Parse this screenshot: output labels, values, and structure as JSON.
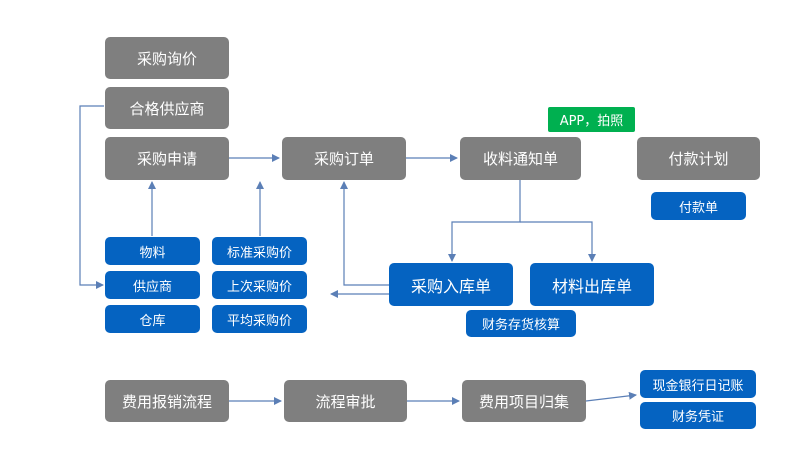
{
  "colors": {
    "process": "#7f7f7f",
    "document": "#0563c1",
    "tag": "#00b050",
    "connector": "#5b7fb6"
  },
  "process": {
    "inquiry": "采购询价",
    "qualified_supplier": "合格供应商",
    "requisition": "采购申请",
    "purchase_order": "采购订单",
    "receiving_notice": "收料通知单",
    "payment_plan": "付款计划",
    "expense_reimbursement": "费用报销流程",
    "approval": "流程审批",
    "expense_collection": "费用项目归集"
  },
  "master_data": {
    "material": "物料",
    "supplier": "供应商",
    "warehouse": "仓库",
    "standard_price": "标准采购价",
    "last_price": "上次采购价",
    "average_price": "平均采购价"
  },
  "documents": {
    "purchase_receipt": "采购入库单",
    "material_issue": "材料出库单",
    "inventory_accounting": "财务存货核算",
    "payment_bill": "付款单",
    "cash_bank_journal": "现金银行日记账",
    "voucher": "财务凭证"
  },
  "tags": {
    "app_photo": "APP，拍照"
  }
}
